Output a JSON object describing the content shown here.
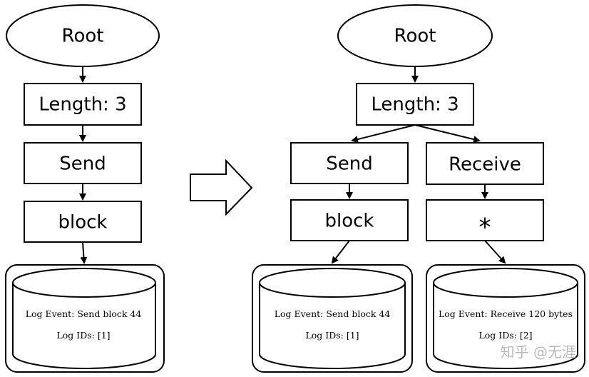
{
  "left_tree": {
    "root_label": "Root",
    "length_label": "Length: 3",
    "token1_label": "Send",
    "token2_label": "block",
    "log_event": "Log Event:  Send block 44",
    "log_ids": "Log IDs:  [1]"
  },
  "right_tree": {
    "root_label": "Root",
    "length_label": "Length: 3",
    "branch_a": {
      "token1_label": "Send",
      "token2_label": "block",
      "log_event": "Log Event:  Send block 44",
      "log_ids": "Log IDs:  [1]"
    },
    "branch_b": {
      "token1_label": "Receive",
      "token2_label": "*",
      "log_event": "Log Event:  Receive 120 bytes",
      "log_ids": "Log IDs:  [2]"
    }
  },
  "watermark": "知乎 @无涯"
}
